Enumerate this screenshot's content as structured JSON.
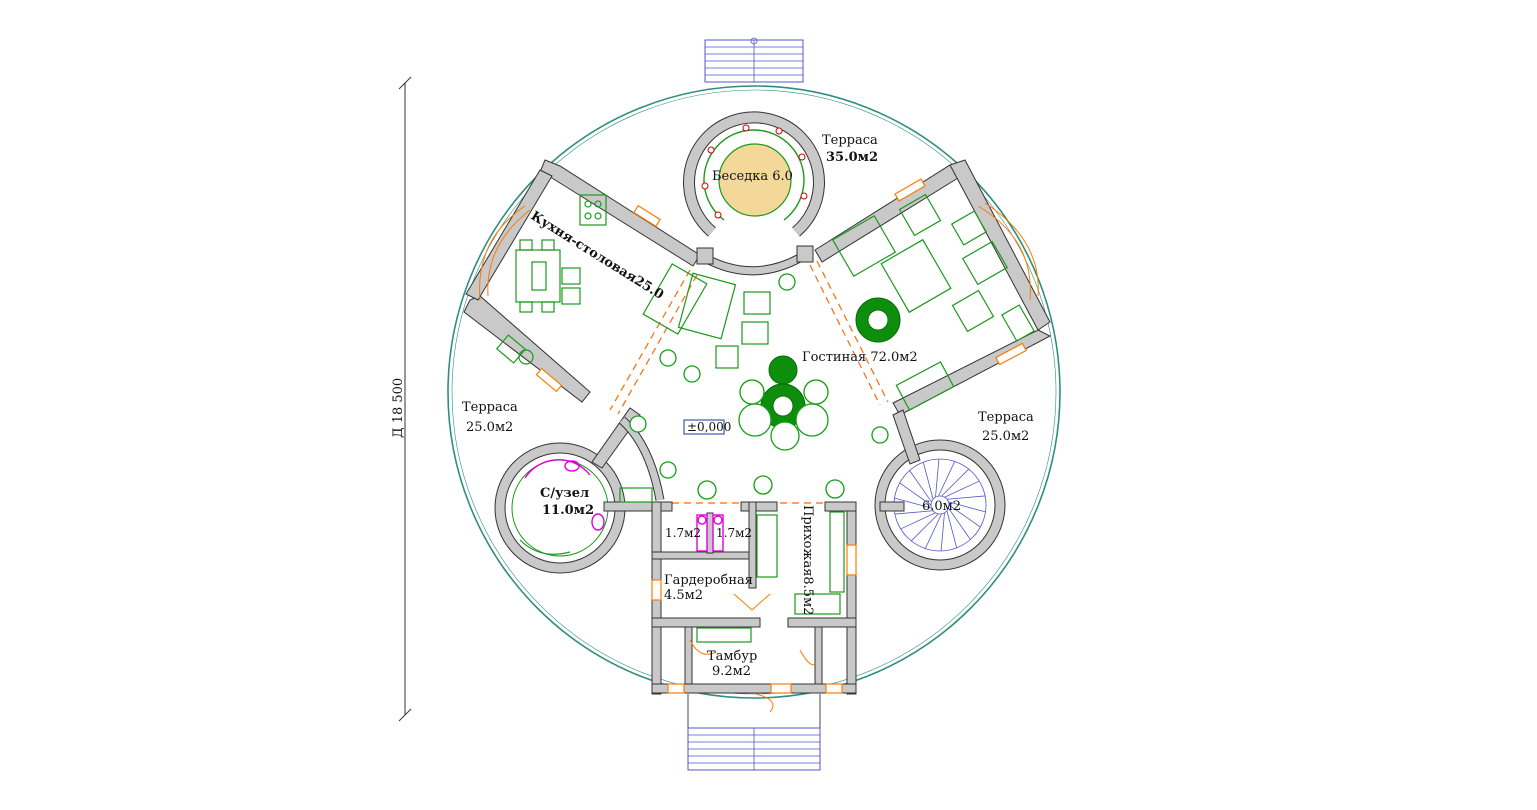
{
  "dimension": {
    "label": "Д 18 500"
  },
  "rooms": {
    "terrace_north": {
      "name": "Терраса",
      "area": "35.0м2"
    },
    "gazebo": {
      "label": "Беседка 6.0"
    },
    "kitchen": {
      "label": "Кухня-столовая25.0"
    },
    "living": {
      "label": "Гостиная 72.0м2"
    },
    "terrace_west": {
      "name": "Терраса",
      "area": "25.0м2"
    },
    "terrace_east": {
      "name": "Терраса",
      "area": "25.0м2"
    },
    "level_mark": "±0,000",
    "bathroom": {
      "name": "С/узел",
      "area": "11.0м2"
    },
    "stair_tower": {
      "area": "6.0м2"
    },
    "wc_left": {
      "area": "1.7м2"
    },
    "wc_right": {
      "area": "1.7м2"
    },
    "hall": {
      "label": "Прихожая8.5м2"
    },
    "wardrobe": {
      "name": "Гардеробная",
      "area": "4.5м2"
    },
    "vestibule": {
      "name": "Тамбур",
      "area": "9.2м2"
    }
  },
  "colors": {
    "walls": "#c9c9c9",
    "outline": "#2f8f7f",
    "furniture": "#1a9a1a",
    "doors": "#ff7a00",
    "stairs": "#5555cc",
    "sanitary": "#e000e0"
  }
}
